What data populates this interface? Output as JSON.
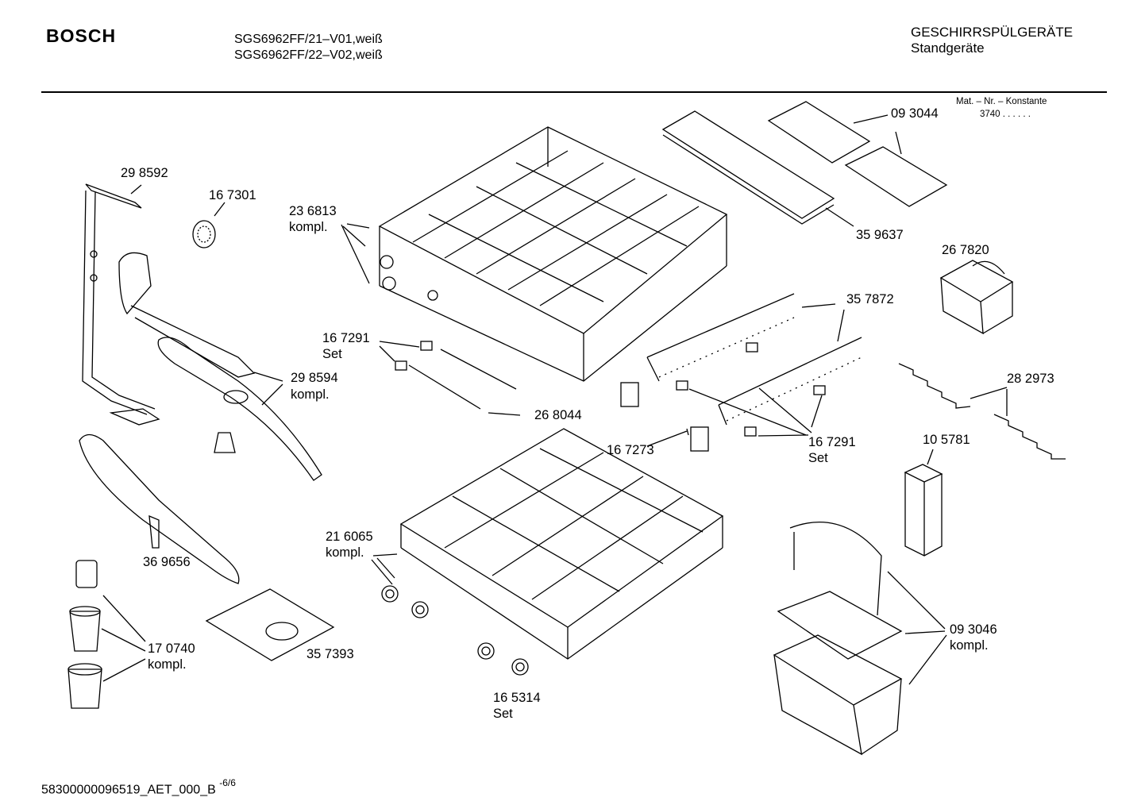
{
  "header": {
    "brand": "BOSCH",
    "model_line_1": "SGS6962FF/21–V01,weiß",
    "model_line_2": "SGS6962FF/22–V02,weiß",
    "category": "GESCHIRRSPÜLGERÄTE",
    "subcategory": "Standgeräte"
  },
  "material_note": {
    "title": "Mat. – Nr. – Konstante",
    "value": "3740  .   .     .  .  .  ."
  },
  "parts": {
    "p298592": "29 8592",
    "p167301": "16 7301",
    "p236813": "23 6813",
    "p236813_sub": "kompl.",
    "p093044": "09 3044",
    "p359637": "35 9637",
    "p267820": "26 7820",
    "p357872": "35 7872",
    "p167291a": "16 7291",
    "p167291a_sub": "Set",
    "p298594": "29 8594",
    "p298594_sub": "kompl.",
    "p268044": "26 8044",
    "p282973": "28 2973",
    "p167273": "16 7273",
    "p167291b": "16 7291",
    "p167291b_sub": "Set",
    "p105781": "10 5781",
    "p216065": "21 6065",
    "p216065_sub": "kompl.",
    "p369656": "36 9656",
    "p093046": "09 3046",
    "p093046_sub": "kompl.",
    "p170740": "17 0740",
    "p170740_sub": "kompl.",
    "p357393": "35 7393",
    "p165314": "16 5314",
    "p165314_sub": "Set"
  },
  "footer": {
    "doc_id": "58300000096519_AET_000_B",
    "page": "-6/6"
  }
}
